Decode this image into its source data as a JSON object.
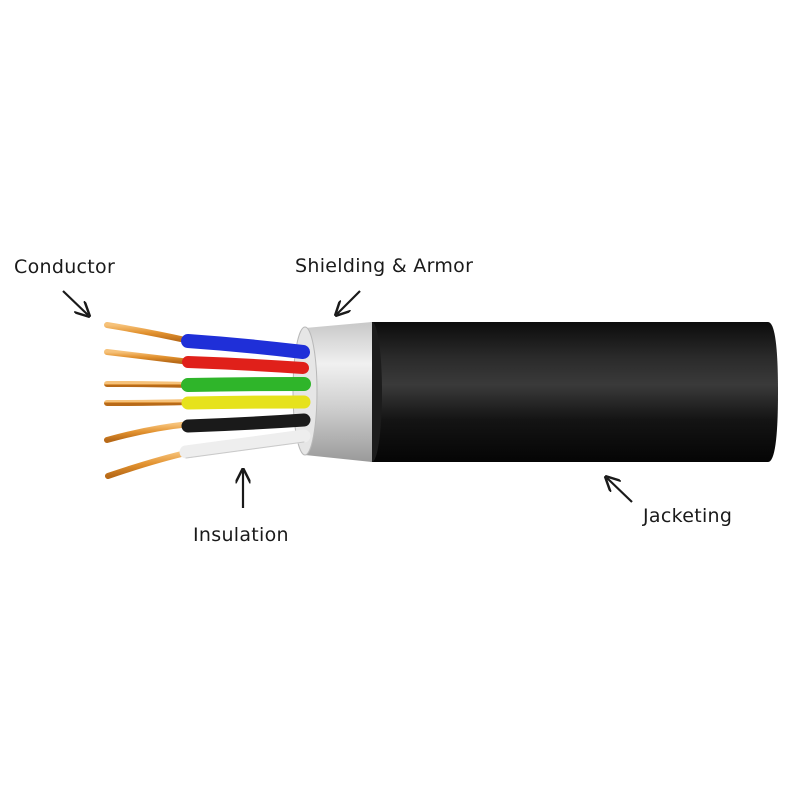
{
  "labels": {
    "conductor": "Conductor",
    "shielding": "Shielding & Armor",
    "insulation": "Insulation",
    "jacketing": "Jacketing"
  },
  "colors": {
    "jacket": "#151515",
    "shield": "#d9d9d9",
    "copper": "#e2922f",
    "wire_blue": "#1f2fd8",
    "wire_red": "#e0201a",
    "wire_green": "#2fb52a",
    "wire_yellow": "#e6e21c",
    "wire_black": "#1a1a1a",
    "wire_white": "#eeeeee",
    "arrow": "#1a1a1a"
  }
}
